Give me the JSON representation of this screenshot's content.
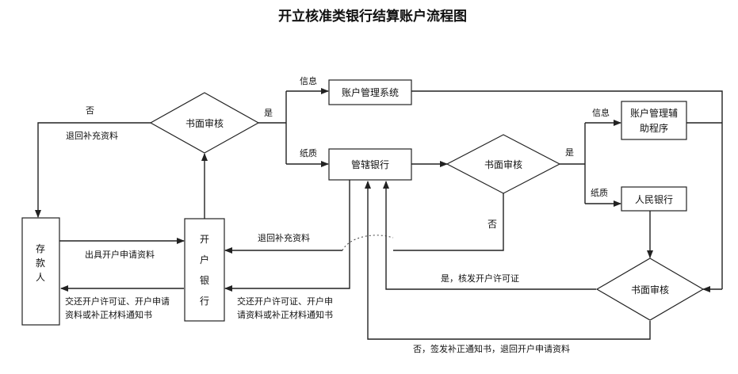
{
  "title": "开立核准类银行结算账户流程图",
  "nodes": {
    "depositor": [
      "存",
      "款",
      "人"
    ],
    "opening_bank": [
      "开",
      "户",
      "银",
      "行"
    ],
    "review1": "书面审核",
    "account_system": "账户管理系统",
    "managing_bank": "管辖银行",
    "review2": "书面审核",
    "aux_program": [
      "账户管理辅",
      "助程序"
    ],
    "pboc": "人民银行",
    "review3": "书面审核"
  },
  "labels": {
    "no_top": "否",
    "return_supplement_top": "退回补充资料",
    "yes1": "是",
    "info1": "信息",
    "paper1": "纸质",
    "yes2": "是",
    "info2": "信息",
    "paper2": "纸质",
    "no_mid": "否",
    "issue_application": "出具开户申请资料",
    "return_supplement_mid": "退回补充资料",
    "yes_license": "是，核发开户许可证",
    "return_left": [
      "交还开户许可证、开户申请",
      "资料或补正材料通知书"
    ],
    "return_mid": [
      "交还开户许可证、开户申",
      "请资料或补正材料通知书"
    ],
    "no_bottom": "否，签发补正通知书，退回开户申请资料"
  }
}
